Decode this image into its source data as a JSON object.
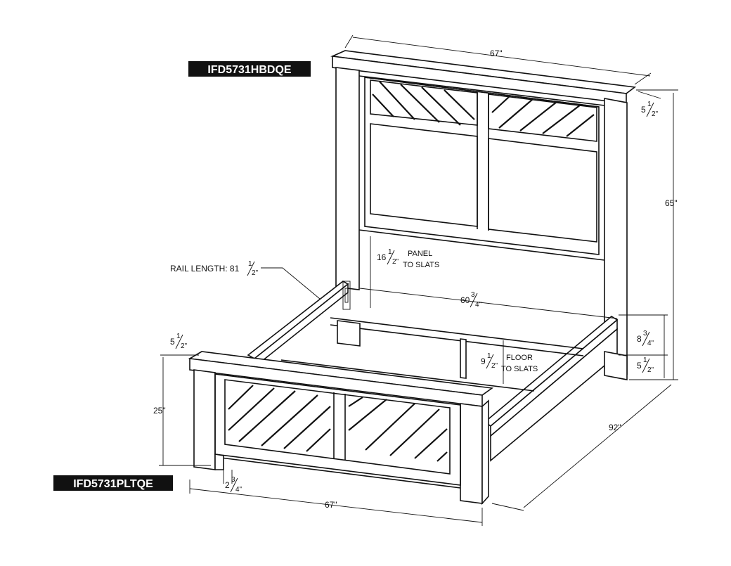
{
  "labels": {
    "headboard_model": "IFD5731HBDQE",
    "footboard_model": "IFD5731PLTQE"
  },
  "dimensions": {
    "headboard_width": "67\"",
    "headboard_depth": {
      "whole": "5",
      "num": "1",
      "den": "2"
    },
    "headboard_height": "65\"",
    "panel_to_slats": {
      "whole": "16",
      "num": "1",
      "den": "2",
      "note_line1": "PANEL",
      "note_line2": "TO SLATS"
    },
    "rail_length": {
      "prefix": "RAIL LENGTH: 81",
      "num": "1",
      "den": "2"
    },
    "inner_width": {
      "whole": "60",
      "num": "3",
      "den": "4"
    },
    "rail_height": {
      "whole": "8",
      "num": "3",
      "den": "4"
    },
    "leg_clearance": {
      "whole": "5",
      "num": "1",
      "den": "2"
    },
    "floor_to_slats": {
      "whole": "9",
      "num": "1",
      "den": "2",
      "note_line1": "FLOOR",
      "note_line2": "TO SLATS"
    },
    "footboard_depth": {
      "whole": "5",
      "num": "1",
      "den": "2"
    },
    "footboard_height": "25\"",
    "leg_inset": {
      "whole": "2",
      "num": "3",
      "den": "4"
    },
    "footboard_width": "67\"",
    "overall_length": "92\""
  }
}
